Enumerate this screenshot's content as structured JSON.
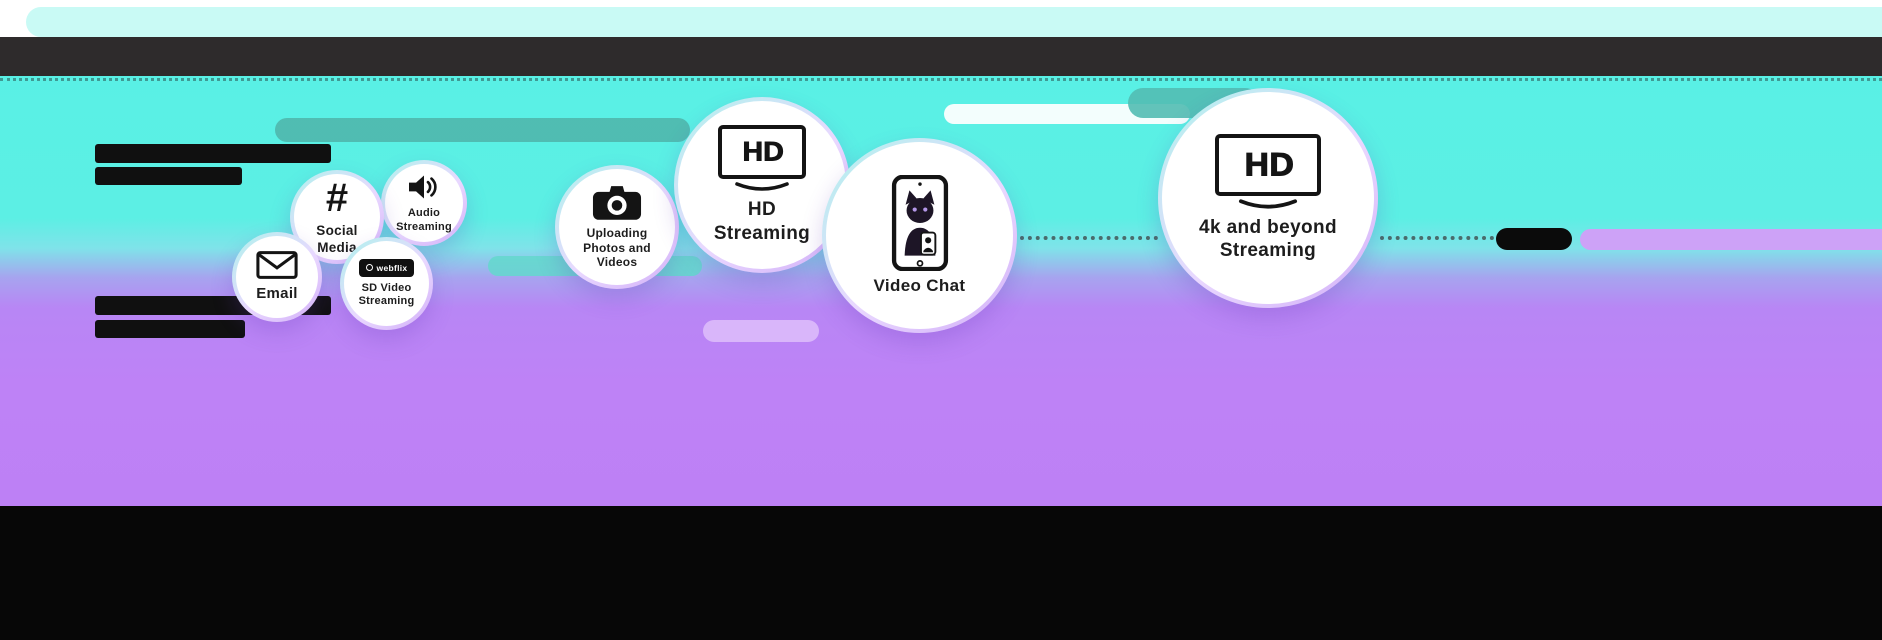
{
  "infographic": {
    "bubbles": [
      {
        "label": "Email"
      },
      {
        "label": "Social Media"
      },
      {
        "label": "Audio Streaming"
      },
      {
        "label": "SD Video Streaming",
        "logo_text": "webflix"
      },
      {
        "label": "Uploading Photos and Videos"
      },
      {
        "label": "HD Streaming",
        "icon_text": "HD"
      },
      {
        "label": "Video Chat"
      },
      {
        "label": "4k and beyond Streaming",
        "icon_text": "HD"
      }
    ],
    "colors": {
      "cyan_background": "#59F0E5",
      "purple_background": "#BD80F5",
      "top_accent_band": "#C9FAF5",
      "header_bar": "#2E2B2C",
      "footer_bar": "#070707",
      "teal_pill": "#4FB5AB",
      "lavender_pill": "#D9B6FA",
      "white_pill": "#FFFFFF",
      "black_pill": "#0B0B0B"
    }
  }
}
